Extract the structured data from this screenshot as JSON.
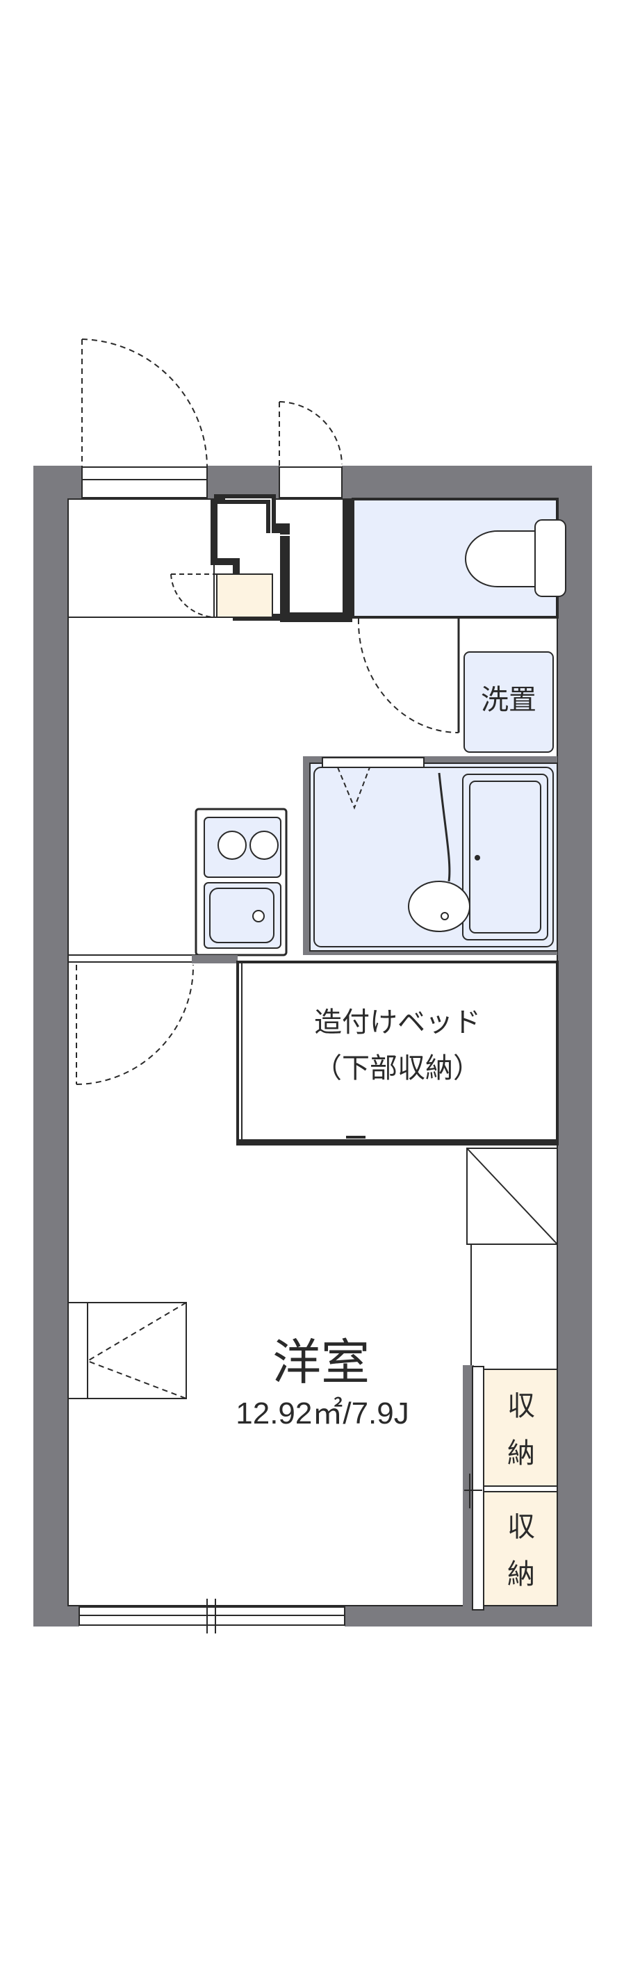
{
  "labels": {
    "washer": "洗置",
    "bed_line1": "造付けベッド",
    "bed_line2": "（下部収納）",
    "room_name": "洋室",
    "room_size": "12.92㎡/7.9J",
    "closet1_top": "収",
    "closet1_bottom": "納",
    "closet2_top": "収",
    "closet2_bottom": "納"
  },
  "colors": {
    "wall": "#7b7b80",
    "wet_area": "#e8eefc",
    "storage": "#fdf3e1",
    "line": "#2a2a2a",
    "background": "#ffffff"
  }
}
